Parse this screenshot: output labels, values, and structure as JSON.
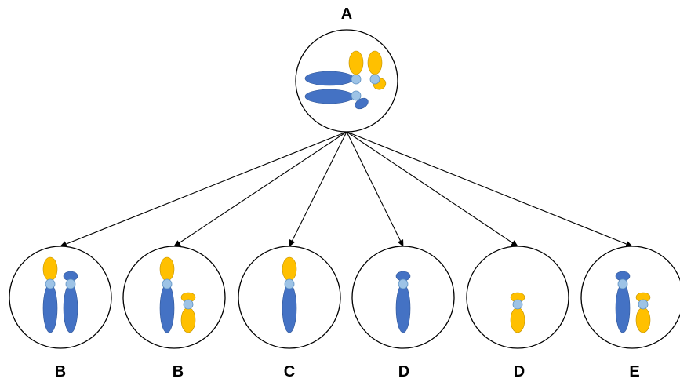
{
  "diagram": {
    "parent": {
      "label": "A"
    },
    "daughters": [
      {
        "label": "B"
      },
      {
        "label": "B"
      },
      {
        "label": "C"
      },
      {
        "label": "D"
      },
      {
        "label": "D"
      },
      {
        "label": "E"
      }
    ]
  },
  "colors": {
    "chromosome_blue": "#4472c4",
    "chromosome_yellow": "#ffc000",
    "centromere": "#9dc3e6",
    "outline": "#000000"
  }
}
